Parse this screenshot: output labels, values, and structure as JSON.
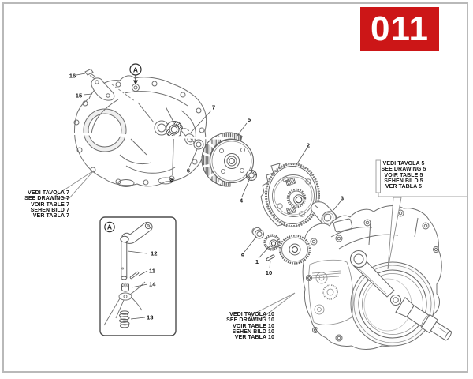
{
  "badge": {
    "number": "011",
    "bg": "#cc1617",
    "fg": "#ffffff"
  },
  "detail_view": {
    "marker": "A",
    "inset_marker": "A"
  },
  "part_labels": {
    "p1": "1",
    "p2": "2",
    "p3": "3",
    "p4": "4",
    "p5": "5",
    "p6": "6",
    "p7": "7",
    "p8": "8",
    "p9": "9",
    "p10": "10",
    "p11": "11",
    "p12": "12",
    "p13": "13",
    "p14": "14",
    "p15": "15",
    "p16": "16"
  },
  "reference_boxes": {
    "table7": {
      "lines": [
        "VEDI TAVOLA 7",
        "SEE DRAWING 7",
        "VOIR TABLE 7",
        "SEHEN BILD 7",
        "VER TABLA 7"
      ]
    },
    "table5": {
      "lines": [
        "VEDI TAVOLA 5",
        "SEE DRAWING 5",
        "VOIR TABLE 5",
        "SEHEN BILD 5",
        "VER TABLA 5"
      ]
    },
    "table10": {
      "lines": [
        "VEDI TAVOLA 10",
        "SEE DRAWING 10",
        "VOIR TABLE 10",
        "SEHEN BILD 10",
        "VER TABLA 10"
      ]
    }
  },
  "colors": {
    "line": "#6f6f6f",
    "dark": "#3c3c3c",
    "page_border": "#b9b9b9"
  }
}
